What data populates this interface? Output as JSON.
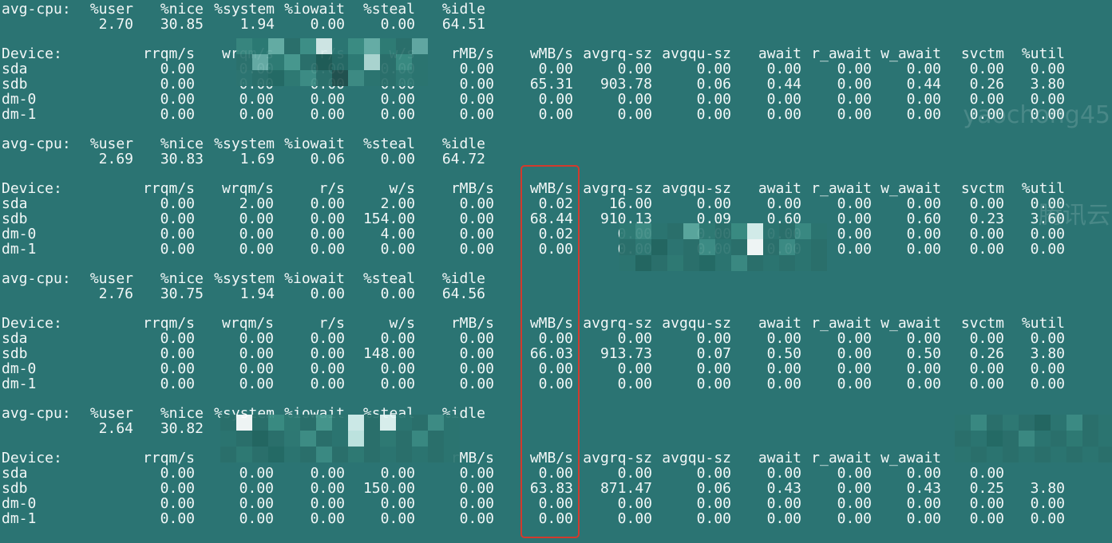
{
  "terminal": {
    "samples": [
      {
        "cpu_header": [
          "avg-cpu:",
          "%user",
          "%nice",
          "%system",
          "%iowait",
          "%steal",
          "%idle"
        ],
        "cpu_values": [
          "",
          "2.70",
          "30.85",
          "1.94",
          "0.00",
          "0.00",
          "64.51"
        ],
        "device_header": [
          "Device:",
          "rrqm/s",
          "wrqm/s",
          "r/s",
          "w/s",
          "rMB/s",
          "wMB/s",
          "avgrq-sz",
          "avgqu-sz",
          "await",
          "r_await",
          "w_await",
          "svctm",
          "%util"
        ],
        "devices": [
          [
            "sda",
            "0.00",
            "0.00",
            "0.00",
            "0.00",
            "0.00",
            "0.00",
            "0.00",
            "0.00",
            "0.00",
            "0.00",
            "0.00",
            "0.00",
            "0.00"
          ],
          [
            "sdb",
            "0.00",
            "0.00",
            "0.00",
            "0.00",
            "0.00",
            "65.31",
            "903.78",
            "0.06",
            "0.44",
            "0.00",
            "0.44",
            "0.26",
            "3.80"
          ],
          [
            "dm-0",
            "0.00",
            "0.00",
            "0.00",
            "0.00",
            "0.00",
            "0.00",
            "0.00",
            "0.00",
            "0.00",
            "0.00",
            "0.00",
            "0.00",
            "0.00"
          ],
          [
            "dm-1",
            "0.00",
            "0.00",
            "0.00",
            "0.00",
            "0.00",
            "0.00",
            "0.00",
            "0.00",
            "0.00",
            "0.00",
            "0.00",
            "0.00",
            "0.00"
          ]
        ]
      },
      {
        "cpu_header": [
          "avg-cpu:",
          "%user",
          "%nice",
          "%system",
          "%iowait",
          "%steal",
          "%idle"
        ],
        "cpu_values": [
          "",
          "2.69",
          "30.83",
          "1.69",
          "0.06",
          "0.00",
          "64.72"
        ],
        "device_header": [
          "Device:",
          "rrqm/s",
          "wrqm/s",
          "r/s",
          "w/s",
          "rMB/s",
          "wMB/s",
          "avgrq-sz",
          "avgqu-sz",
          "await",
          "r_await",
          "w_await",
          "svctm",
          "%util"
        ],
        "devices": [
          [
            "sda",
            "0.00",
            "2.00",
            "0.00",
            "2.00",
            "0.00",
            "0.02",
            "16.00",
            "0.00",
            "0.00",
            "0.00",
            "0.00",
            "0.00",
            "0.00"
          ],
          [
            "sdb",
            "0.00",
            "0.00",
            "0.00",
            "154.00",
            "0.00",
            "68.44",
            "910.13",
            "0.09",
            "0.60",
            "0.00",
            "0.60",
            "0.23",
            "3.60"
          ],
          [
            "dm-0",
            "0.00",
            "0.00",
            "0.00",
            "4.00",
            "0.00",
            "0.02",
            "0.00",
            "0.00",
            "0.00",
            "0.00",
            "0.00",
            "0.00",
            "0.00"
          ],
          [
            "dm-1",
            "0.00",
            "0.00",
            "0.00",
            "0.00",
            "0.00",
            "0.00",
            "0.00",
            "0.00",
            "0.00",
            "0.00",
            "0.00",
            "0.00",
            "0.00"
          ]
        ]
      },
      {
        "cpu_header": [
          "avg-cpu:",
          "%user",
          "%nice",
          "%system",
          "%iowait",
          "%steal",
          "%idle"
        ],
        "cpu_values": [
          "",
          "2.76",
          "30.75",
          "1.94",
          "0.00",
          "0.00",
          "64.56"
        ],
        "device_header": [
          "Device:",
          "rrqm/s",
          "wrqm/s",
          "r/s",
          "w/s",
          "rMB/s",
          "wMB/s",
          "avgrq-sz",
          "avgqu-sz",
          "await",
          "r_await",
          "w_await",
          "svctm",
          "%util"
        ],
        "devices": [
          [
            "sda",
            "0.00",
            "0.00",
            "0.00",
            "0.00",
            "0.00",
            "0.00",
            "0.00",
            "0.00",
            "0.00",
            "0.00",
            "0.00",
            "0.00",
            "0.00"
          ],
          [
            "sdb",
            "0.00",
            "0.00",
            "0.00",
            "148.00",
            "0.00",
            "66.03",
            "913.73",
            "0.07",
            "0.50",
            "0.00",
            "0.50",
            "0.26",
            "3.80"
          ],
          [
            "dm-0",
            "0.00",
            "0.00",
            "0.00",
            "0.00",
            "0.00",
            "0.00",
            "0.00",
            "0.00",
            "0.00",
            "0.00",
            "0.00",
            "0.00",
            "0.00"
          ],
          [
            "dm-1",
            "0.00",
            "0.00",
            "0.00",
            "0.00",
            "0.00",
            "0.00",
            "0.00",
            "0.00",
            "0.00",
            "0.00",
            "0.00",
            "0.00",
            "0.00"
          ]
        ]
      },
      {
        "cpu_header": [
          "avg-cpu:",
          "%user",
          "%nice",
          "%system",
          "%iowait",
          "%steal",
          "%idle"
        ],
        "cpu_values": [
          "",
          "2.64",
          "30.82",
          "",
          "",
          "",
          ""
        ],
        "device_header": [
          "Device:",
          "rrqm/s",
          "",
          "",
          "",
          "rMB/s",
          "wMB/s",
          "avgrq-sz",
          "avgqu-sz",
          "await",
          "r_await",
          "w_await",
          "",
          ""
        ],
        "devices": [
          [
            "sda",
            "0.00",
            "0.00",
            "0.00",
            "0.00",
            "0.00",
            "0.00",
            "0.00",
            "0.00",
            "0.00",
            "0.00",
            "0.00",
            "0.00",
            ""
          ],
          [
            "sdb",
            "0.00",
            "0.00",
            "0.00",
            "150.00",
            "0.00",
            "63.83",
            "871.47",
            "0.06",
            "0.43",
            "0.00",
            "0.43",
            "0.25",
            "3.80"
          ],
          [
            "dm-0",
            "0.00",
            "0.00",
            "0.00",
            "0.00",
            "0.00",
            "0.00",
            "0.00",
            "0.00",
            "0.00",
            "0.00",
            "0.00",
            "0.00",
            "0.00"
          ],
          [
            "dm-1",
            "0.00",
            "0.00",
            "0.00",
            "0.00",
            "0.00",
            "0.00",
            "0.00",
            "0.00",
            "0.00",
            "0.00",
            "0.00",
            "0.00",
            "0.00"
          ]
        ]
      }
    ]
  },
  "watermark": {
    "line1": "yaochong45",
    "line2": "腾讯云"
  }
}
